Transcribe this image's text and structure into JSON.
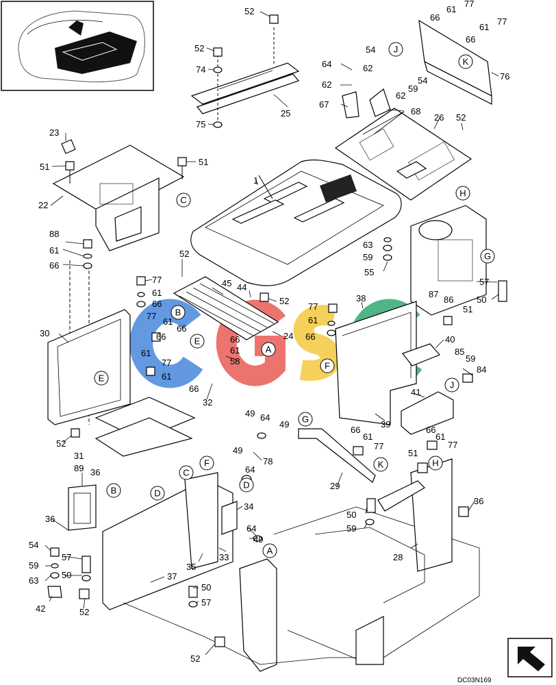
{
  "diagram": {
    "code": "DC03N169",
    "watermark": {
      "letters": [
        "C",
        "G",
        "S",
        "C"
      ],
      "colors": [
        "#3b7fd9",
        "#e8524a",
        "#f3c531",
        "#27a36b"
      ]
    },
    "callouts": [
      {
        "id": "c52a",
        "text": "52"
      },
      {
        "id": "c52b",
        "text": "52"
      },
      {
        "id": "c74",
        "text": "74"
      },
      {
        "id": "c25",
        "text": "25"
      },
      {
        "id": "c75",
        "text": "75"
      },
      {
        "id": "c23",
        "text": "23"
      },
      {
        "id": "c51a",
        "text": "51"
      },
      {
        "id": "c51b",
        "text": "51"
      },
      {
        "id": "c22",
        "text": "22"
      },
      {
        "id": "c1",
        "text": "1"
      },
      {
        "id": "c64a",
        "text": "64"
      },
      {
        "id": "c54a",
        "text": "54"
      },
      {
        "id": "c62a",
        "text": "62"
      },
      {
        "id": "c62b",
        "text": "62"
      },
      {
        "id": "c62c",
        "text": "62"
      },
      {
        "id": "c59a",
        "text": "59"
      },
      {
        "id": "c67",
        "text": "67"
      },
      {
        "id": "c68",
        "text": "68"
      },
      {
        "id": "c66a",
        "text": "66"
      },
      {
        "id": "c61a",
        "text": "61"
      },
      {
        "id": "c77a",
        "text": "77"
      },
      {
        "id": "c66b",
        "text": "66"
      },
      {
        "id": "c61b",
        "text": "61"
      },
      {
        "id": "c77b",
        "text": "77"
      },
      {
        "id": "c54b",
        "text": "54"
      },
      {
        "id": "c76",
        "text": "76"
      },
      {
        "id": "c26",
        "text": "26"
      },
      {
        "id": "c52c",
        "text": "52"
      },
      {
        "id": "c88",
        "text": "88"
      },
      {
        "id": "c61c",
        "text": "61"
      },
      {
        "id": "c66c",
        "text": "66"
      },
      {
        "id": "c52d",
        "text": "52"
      },
      {
        "id": "c63a",
        "text": "63"
      },
      {
        "id": "c59b",
        "text": "59"
      },
      {
        "id": "c55",
        "text": "55"
      },
      {
        "id": "c77c",
        "text": "77"
      },
      {
        "id": "c61d",
        "text": "61"
      },
      {
        "id": "c66d",
        "text": "66"
      },
      {
        "id": "c45",
        "text": "45"
      },
      {
        "id": "c44",
        "text": "44"
      },
      {
        "id": "c52e",
        "text": "52"
      },
      {
        "id": "c57a",
        "text": "57"
      },
      {
        "id": "c50a",
        "text": "50"
      },
      {
        "id": "c38",
        "text": "38"
      },
      {
        "id": "c87",
        "text": "87"
      },
      {
        "id": "c86",
        "text": "86"
      },
      {
        "id": "c51c",
        "text": "51"
      },
      {
        "id": "c77d",
        "text": "77"
      },
      {
        "id": "c61e",
        "text": "61"
      },
      {
        "id": "c66e",
        "text": "66"
      },
      {
        "id": "c30",
        "text": "30"
      },
      {
        "id": "c77e",
        "text": "77"
      },
      {
        "id": "c61f",
        "text": "61"
      },
      {
        "id": "c66f",
        "text": "66"
      },
      {
        "id": "c66g",
        "text": "66"
      },
      {
        "id": "c61g",
        "text": "61"
      },
      {
        "id": "c24",
        "text": "24"
      },
      {
        "id": "c58",
        "text": "58"
      },
      {
        "id": "c61h",
        "text": "61"
      },
      {
        "id": "c66h",
        "text": "66"
      },
      {
        "id": "c40",
        "text": "40"
      },
      {
        "id": "c85",
        "text": "85"
      },
      {
        "id": "c59c",
        "text": "59"
      },
      {
        "id": "c84",
        "text": "84"
      },
      {
        "id": "c77f",
        "text": "77"
      },
      {
        "id": "c61i",
        "text": "61"
      },
      {
        "id": "c66i",
        "text": "66"
      },
      {
        "id": "c32",
        "text": "32"
      },
      {
        "id": "c41",
        "text": "41"
      },
      {
        "id": "c52f",
        "text": "52"
      },
      {
        "id": "c49a",
        "text": "49"
      },
      {
        "id": "c64b",
        "text": "64"
      },
      {
        "id": "c49b",
        "text": "49"
      },
      {
        "id": "c39",
        "text": "39"
      },
      {
        "id": "c66j",
        "text": "66"
      },
      {
        "id": "c61j",
        "text": "61"
      },
      {
        "id": "c77g",
        "text": "77"
      },
      {
        "id": "c31",
        "text": "31"
      },
      {
        "id": "c89",
        "text": "89"
      },
      {
        "id": "c49c",
        "text": "49"
      },
      {
        "id": "c78",
        "text": "78"
      },
      {
        "id": "c64c",
        "text": "64"
      },
      {
        "id": "c66k",
        "text": "66"
      },
      {
        "id": "c61k",
        "text": "61"
      },
      {
        "id": "c77h",
        "text": "77"
      },
      {
        "id": "c51d",
        "text": "51"
      },
      {
        "id": "c29",
        "text": "29"
      },
      {
        "id": "c36a",
        "text": "36"
      },
      {
        "id": "c36b",
        "text": "36"
      },
      {
        "id": "c34",
        "text": "34"
      },
      {
        "id": "c36c",
        "text": "36"
      },
      {
        "id": "c50b",
        "text": "50"
      },
      {
        "id": "c59d",
        "text": "59"
      },
      {
        "id": "c64d",
        "text": "64"
      },
      {
        "id": "c49d",
        "text": "49"
      },
      {
        "id": "c54c",
        "text": "54"
      },
      {
        "id": "c57b",
        "text": "57"
      },
      {
        "id": "c59e",
        "text": "59"
      },
      {
        "id": "c50c",
        "text": "50"
      },
      {
        "id": "c63b",
        "text": "63"
      },
      {
        "id": "c33",
        "text": "33"
      },
      {
        "id": "c35",
        "text": "35"
      },
      {
        "id": "c37",
        "text": "37"
      },
      {
        "id": "c28",
        "text": "28"
      },
      {
        "id": "c42",
        "text": "42"
      },
      {
        "id": "c52g",
        "text": "52"
      },
      {
        "id": "c50d",
        "text": "50"
      },
      {
        "id": "c57c",
        "text": "57"
      },
      {
        "id": "c52h",
        "text": "52"
      }
    ],
    "refs": [
      {
        "id": "rJ1",
        "text": "J"
      },
      {
        "id": "rK1",
        "text": "K"
      },
      {
        "id": "rC1",
        "text": "C"
      },
      {
        "id": "rH1",
        "text": "H"
      },
      {
        "id": "rG1",
        "text": "G"
      },
      {
        "id": "rB1",
        "text": "B"
      },
      {
        "id": "rE1",
        "text": "E"
      },
      {
        "id": "rA1",
        "text": "A"
      },
      {
        "id": "rF1",
        "text": "F"
      },
      {
        "id": "rE2",
        "text": "E"
      },
      {
        "id": "rJ2",
        "text": "J"
      },
      {
        "id": "rD1",
        "text": "D"
      },
      {
        "id": "rG2",
        "text": "G"
      },
      {
        "id": "rK2",
        "text": "K"
      },
      {
        "id": "rH2",
        "text": "H"
      },
      {
        "id": "rC2",
        "text": "C"
      },
      {
        "id": "rF2",
        "text": "F"
      },
      {
        "id": "rB2",
        "text": "B"
      },
      {
        "id": "rD2",
        "text": "D"
      },
      {
        "id": "rA2",
        "text": "A"
      }
    ]
  }
}
